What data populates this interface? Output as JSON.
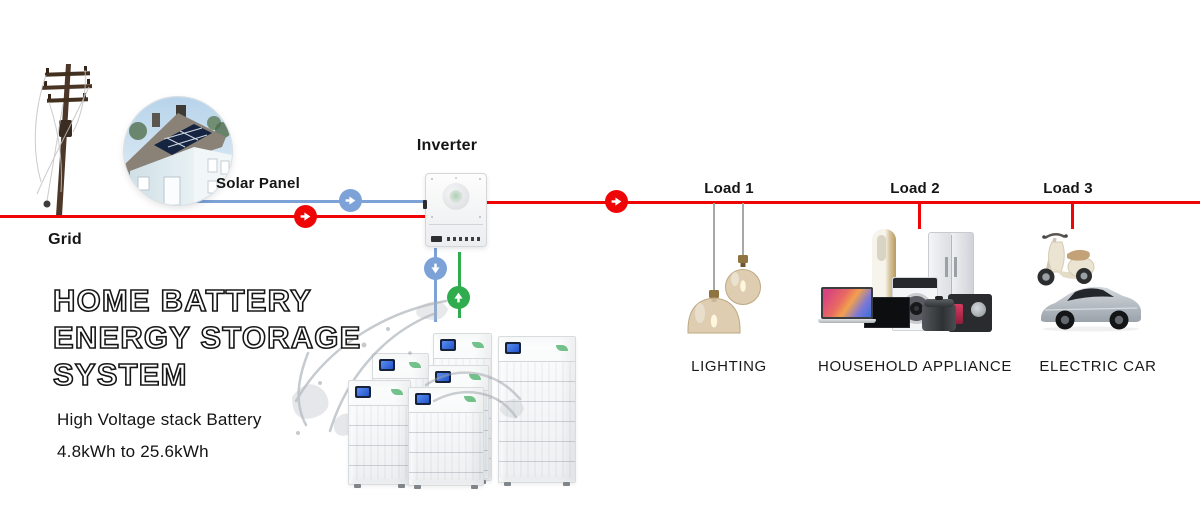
{
  "colors": {
    "red": "#ee0505",
    "blue": "#7ca2d8",
    "green": "#2fad4e"
  },
  "nodes": {
    "grid_label": "Grid",
    "solar_label": "Solar Panel",
    "inverter_label": "Inverter"
  },
  "title": {
    "lines": [
      "HOME BATTERY",
      "ENERGY STORAGE",
      "SYSTEM"
    ],
    "subtitle1": "High Voltage stack Battery",
    "subtitle2": "4.8kWh to 25.6kWh"
  },
  "loads": [
    {
      "label": "Load 1",
      "category": "LIGHTING"
    },
    {
      "label": "Load 2",
      "category": "HOUSEHOLD APPLIANCE"
    },
    {
      "label": "Load 3",
      "category": "ELECTRIC CAR"
    }
  ],
  "icons": {
    "flow_right": "right-arrow",
    "flow_down": "down-arrow",
    "flow_up": "up-arrow"
  }
}
